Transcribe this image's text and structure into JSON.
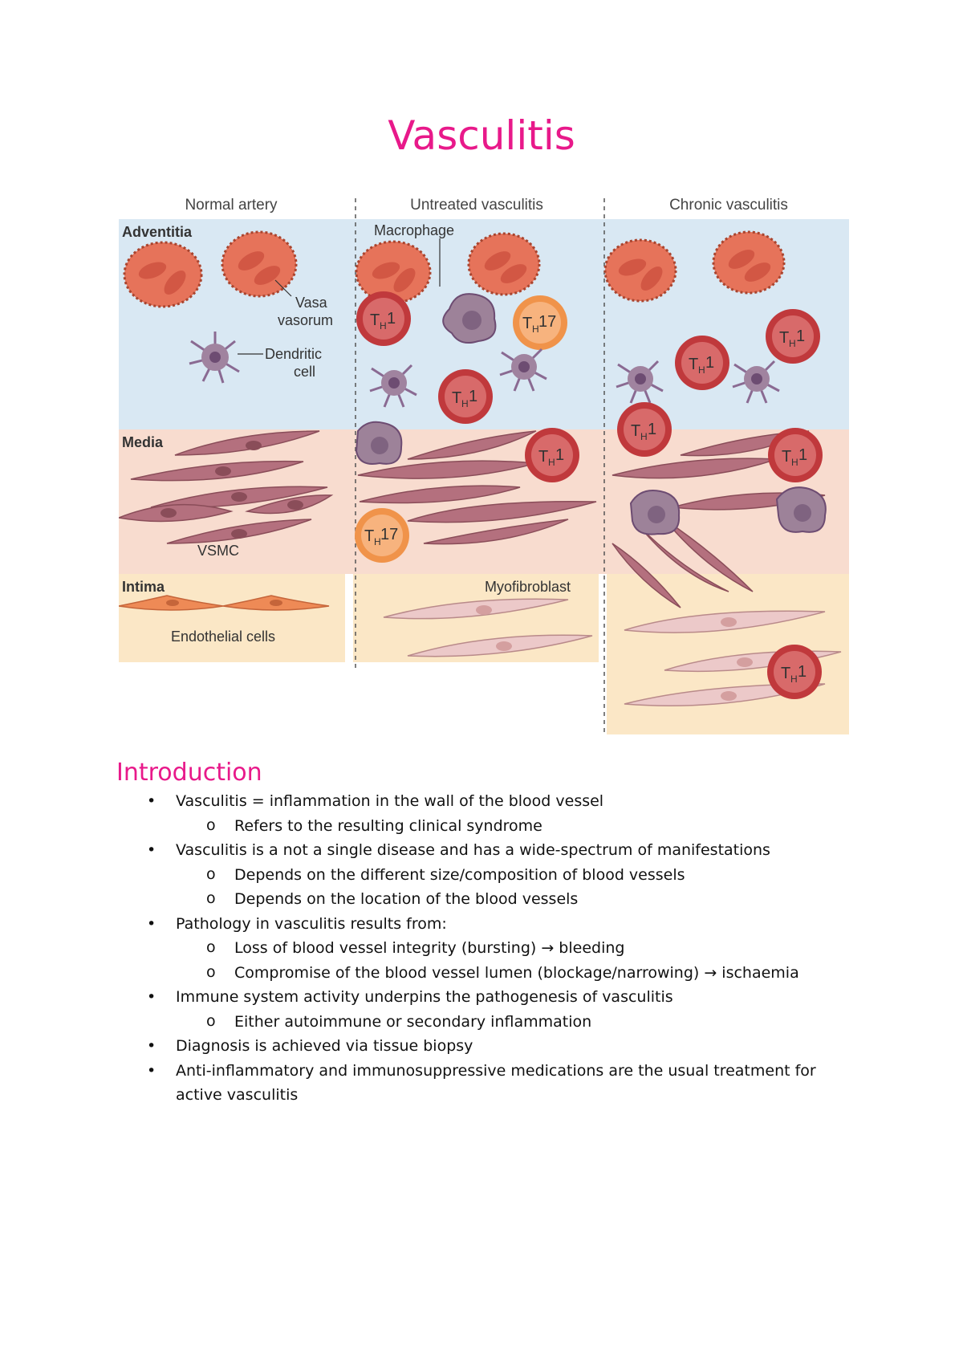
{
  "title": "Vasculitis",
  "figure": {
    "columns": [
      "Normal artery",
      "Untreated vasculitis",
      "Chronic vasculitis"
    ],
    "layers": [
      "Adventitia",
      "Media",
      "Intima"
    ],
    "labels": {
      "vasa": "Vasa",
      "vasorum": "vasorum",
      "dendritic": "Dendritic",
      "cell": "cell",
      "vsmc": "VSMC",
      "endothelial": "Endothelial cells",
      "macrophage": "Macrophage",
      "myofibroblast": "Myofibroblast"
    },
    "th1": "T",
    "th1_sub": "H",
    "th1_num": "1",
    "th17_num": "17",
    "colors": {
      "adventitia": "#d6e6f2",
      "media": "#f9ddd0",
      "intima": "#fbe6c3",
      "cell_red": "#e2735a",
      "th_cell": "#c0393c",
      "th17_cell": "#f0934a",
      "smc": "#b4707e",
      "myo": "#ecc9c9",
      "dendritic": "#8a6a92"
    }
  },
  "introduction": {
    "heading": "Introduction",
    "items": [
      {
        "level": 1,
        "text": "Vasculitis = inflammation in the wall of the blood vessel"
      },
      {
        "level": 2,
        "text": "Refers to the resulting clinical syndrome"
      },
      {
        "level": 1,
        "text": "Vasculitis is a not a single disease and has a wide-spectrum of manifestations"
      },
      {
        "level": 2,
        "text": "Depends on the different size/composition of blood vessels"
      },
      {
        "level": 2,
        "text": "Depends on the location of the blood vessels"
      },
      {
        "level": 1,
        "text": "Pathology in vasculitis results from:"
      },
      {
        "level": 2,
        "text": "Loss of blood vessel integrity (bursting) → bleeding"
      },
      {
        "level": 2,
        "text": "Compromise of the blood vessel lumen (blockage/narrowing) → ischaemia"
      },
      {
        "level": 1,
        "text": "Immune system activity underpins the pathogenesis of vasculitis"
      },
      {
        "level": 2,
        "text": "Either autoimmune or secondary inflammation"
      },
      {
        "level": 1,
        "text": "Diagnosis is achieved via tissue biopsy"
      },
      {
        "level": 1,
        "text": "Anti-inflammatory and immunosuppressive medications are the usual treatment for"
      },
      {
        "level": 0,
        "text": "active vasculitis"
      }
    ],
    "bullet_l1": "•",
    "bullet_l2": "o"
  }
}
